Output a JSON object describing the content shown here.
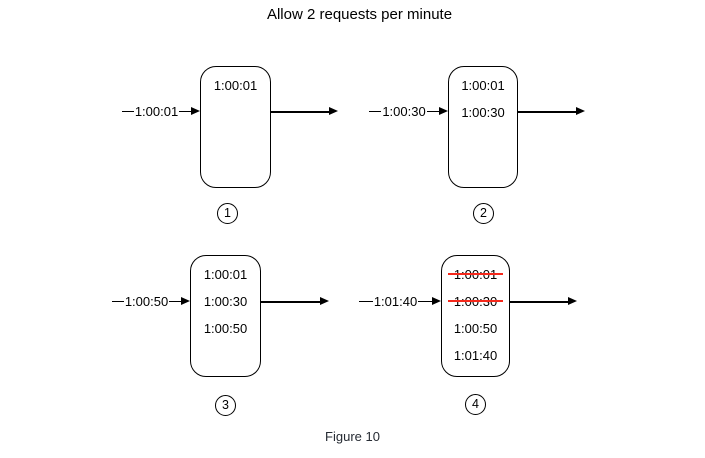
{
  "title": "Allow 2 requests per minute",
  "caption": "Figure 10",
  "colors": {
    "stroke": "#000000",
    "strike_red": "#f5281b",
    "caption_text": "#262b33"
  },
  "panels": [
    {
      "step": "1",
      "incoming_request": "1:00:01",
      "entries": [
        {
          "time": "1:00:01",
          "struck": false
        }
      ]
    },
    {
      "step": "2",
      "incoming_request": "1:00:30",
      "entries": [
        {
          "time": "1:00:01",
          "struck": false
        },
        {
          "time": "1:00:30",
          "struck": false
        }
      ]
    },
    {
      "step": "3",
      "incoming_request": "1:00:50",
      "entries": [
        {
          "time": "1:00:01",
          "struck": false
        },
        {
          "time": "1:00:30",
          "struck": false
        },
        {
          "time": "1:00:50",
          "struck": false
        }
      ]
    },
    {
      "step": "4",
      "incoming_request": "1:01:40",
      "entries": [
        {
          "time": "1:00:01",
          "struck": true
        },
        {
          "time": "1:00:30",
          "struck": true
        },
        {
          "time": "1:00:50",
          "struck": false
        },
        {
          "time": "1:01:40",
          "struck": false
        }
      ]
    }
  ]
}
